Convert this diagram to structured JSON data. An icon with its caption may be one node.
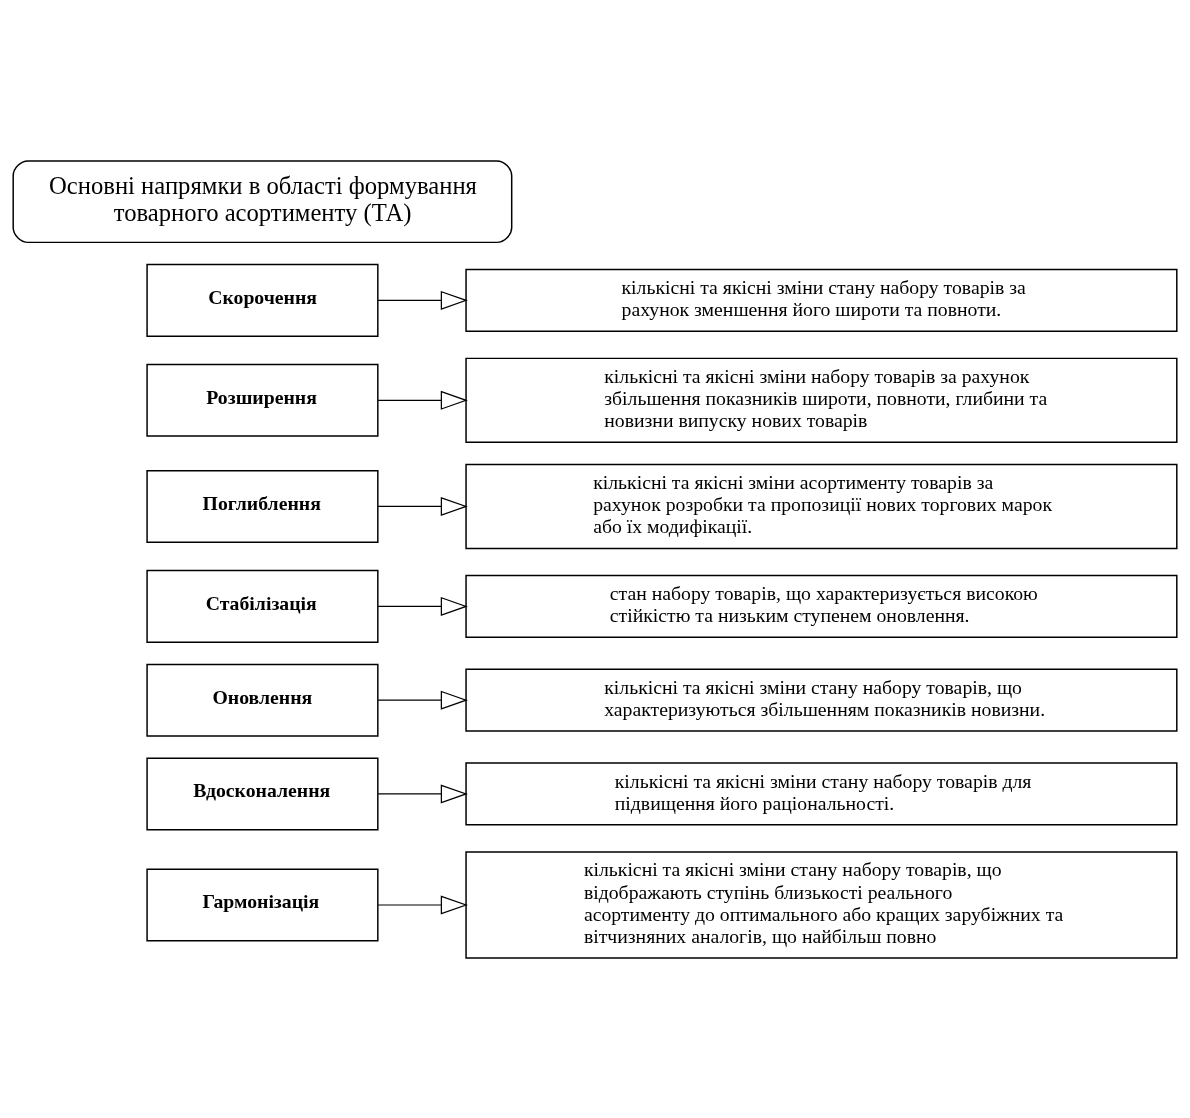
{
  "diagram": {
    "nodes": [
      {
        "text": [
          "Основні напрямки в області формування товарного асортименту (ТА)"
        ]
      },
      {
        "text": [
          "Скорочення"
        ]
      },
      {
        "text": [
          "кількісні та якісні зміни стану набору товарів за рахунок зменшення його широти та повноти."
        ]
      },
      {
        "text": [
          "Розширення"
        ]
      },
      {
        "text": [
          "кількісні та якісні зміни набору товарів за рахунок збільшення показників широти, повноти, глибини та новизни випуску нових товарів"
        ]
      },
      {
        "text": [
          "Поглиблення"
        ]
      },
      {
        "text": [
          "кількісні та якісні зміни асортименту товарів за рахунок розробки та пропозиції нових торгових марок або їх модифікації."
        ]
      },
      {
        "text": [
          "Стабілізація"
        ]
      },
      {
        "text": [
          "стан набору товарів, що характеризується високою стійкістю та низьким ступенем оновлення."
        ]
      },
      {
        "text": [
          "Оновлення"
        ]
      },
      {
        "text": [
          "кількісні та якісні зміни стану набору товарів, що характеризуються збільшенням показників новизни."
        ]
      },
      {
        "text": [
          "Вдосконалення"
        ]
      },
      {
        "text": [
          "кількісні та якісні зміни стану набору товарів для підвищення його раціональності."
        ]
      },
      {
        "text": [
          "Гармонізація"
        ]
      },
      {
        "text": [
          "кількісні та якісні зміни стану набору товарів, що відображають ступінь близькості реального асортименту до оптимального або кращих зарубіжних та вітчизняних аналогів, що найбільш повно"
        ]
      }
    ],
    "edges": [
      {
        "from": 1,
        "to": 2,
        "arrow": "to"
      },
      {
        "from": 3,
        "to": 4,
        "arrow": "to"
      },
      {
        "from": 5,
        "to": 6,
        "arrow": "to"
      },
      {
        "from": 7,
        "to": 8,
        "arrow": "to"
      },
      {
        "from": 9,
        "to": 10,
        "arrow": "to"
      },
      {
        "from": 11,
        "to": 12,
        "arrow": "to"
      },
      {
        "from": 13,
        "to": 14,
        "arrow": "to"
      }
    ]
  }
}
